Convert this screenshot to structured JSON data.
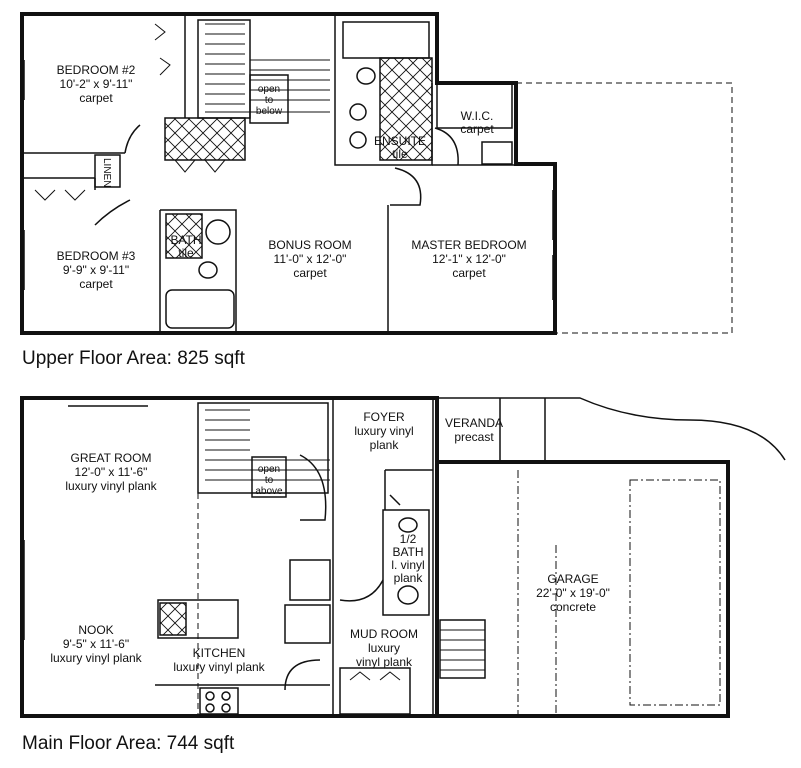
{
  "upper": {
    "caption": "Upper Floor Area: 825 sqft",
    "rooms": {
      "bedroom2": [
        "BEDROOM #2",
        "10'-2\" x 9'-11\"",
        "carpet"
      ],
      "bedroom3": [
        "BEDROOM #3",
        "9'-9\" x 9'-11\"",
        "carpet"
      ],
      "bath": [
        "BATH",
        "tile"
      ],
      "bonus": [
        "BONUS ROOM",
        "11'-0\" x 12'-0\"",
        "carpet"
      ],
      "master": [
        "MASTER BEDROOM",
        "12'-1\" x 12'-0\"",
        "carpet"
      ],
      "ensuite": [
        "ENSUITE",
        "tile"
      ],
      "wic": [
        "W.I.C.",
        "carpet"
      ],
      "open": [
        "open",
        "to",
        "below"
      ],
      "linen": "LINEN"
    }
  },
  "main": {
    "caption": "Main Floor Area: 744 sqft",
    "rooms": {
      "great": [
        "GREAT ROOM",
        "12'-0\" x 11'-6\"",
        "luxury vinyl plank"
      ],
      "nook": [
        "NOOK",
        "9'-5\" x 11'-6\"",
        "luxury vinyl plank"
      ],
      "kitchen": [
        "KITCHEN",
        "luxury vinyl plank"
      ],
      "foyer": [
        "FOYER",
        "luxury vinyl",
        "plank"
      ],
      "veranda": [
        "VERANDA",
        "precast"
      ],
      "halfbath": [
        "1/2",
        "BATH",
        "l. vinyl",
        "plank"
      ],
      "mud": [
        "MUD ROOM",
        "luxury",
        "vinyl plank"
      ],
      "garage": [
        "GARAGE",
        "22'-0\" x 19'-0\"",
        "concrete"
      ],
      "open": [
        "open",
        "to",
        "above"
      ]
    }
  }
}
